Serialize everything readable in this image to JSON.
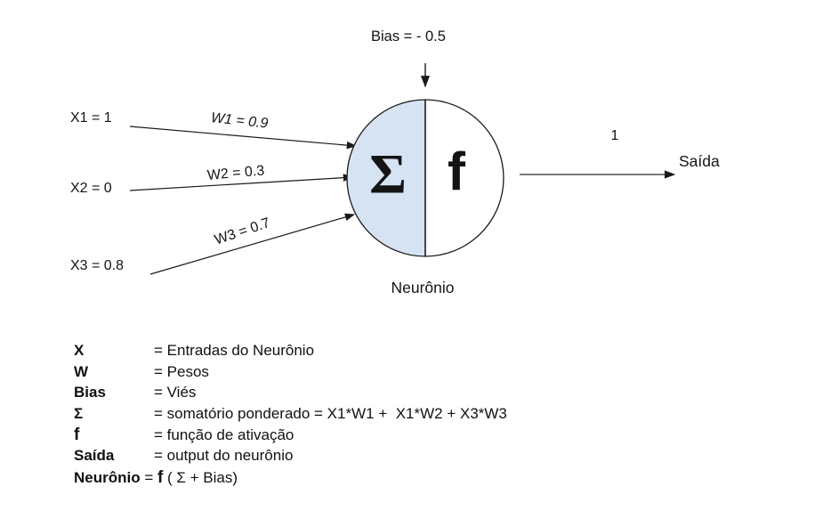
{
  "diagram": {
    "bias_label": "Bias = - 0.5",
    "inputs": [
      {
        "label": "X1 = 1",
        "weight": "W1 = 0.9"
      },
      {
        "label": "X2 = 0",
        "weight": "W2 = 0.3"
      },
      {
        "label": "X3 = 0.8",
        "weight": "W3 = 0.7"
      }
    ],
    "sum_symbol": "Σ",
    "activation_symbol": "f",
    "neuron_label": "Neurônio",
    "output_value": "1",
    "output_label": "Saída",
    "colors": {
      "neuron_left_fill": "#d6e3f3",
      "ink": "#1a1a1a",
      "background": "#ffffff"
    }
  },
  "legend": {
    "rows": [
      {
        "term": "X",
        "definition": "= Entradas do Neurônio"
      },
      {
        "term": "W",
        "definition": "= Pesos"
      },
      {
        "term": "Bias",
        "definition": "= Viés"
      },
      {
        "term": "Σ",
        "definition": "= somatório ponderado = X1*W1 +  X1*W2 + X3*W3"
      },
      {
        "term": "f",
        "definition": "= função de ativação"
      },
      {
        "term": "Saída",
        "definition": "= output do neurônio"
      },
      {
        "term": "Neurônio",
        "definition_prefix": " = ",
        "definition_f": "f",
        "definition_suffix": " ( Σ + Bias)"
      }
    ]
  }
}
